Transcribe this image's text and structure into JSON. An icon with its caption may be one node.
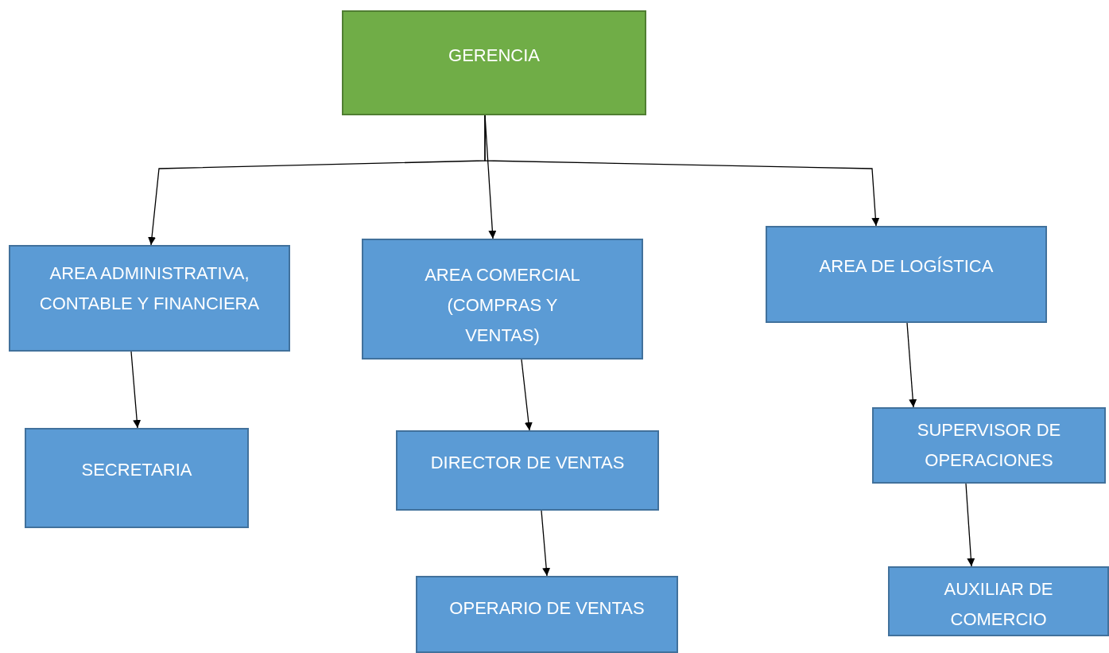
{
  "diagram": {
    "nodes": [
      {
        "text": [
          "GERENCIA"
        ]
      },
      {
        "text": [
          "AREA ADMINISTRATIVA, CONTABLE Y FINANCIERA"
        ]
      },
      {
        "text": [
          "AREA COMERCIAL (COMPRAS Y VENTAS)"
        ]
      },
      {
        "text": [
          "AREA DE LOGÍSTICA"
        ]
      },
      {
        "text": [
          "SECRETARIA"
        ]
      },
      {
        "text": [
          "DIRECTOR DE VENTAS"
        ]
      },
      {
        "text": [
          "OPERARIO DE VENTAS"
        ]
      },
      {
        "text": [
          "SUPERVISOR DE OPERACIONES"
        ]
      },
      {
        "text": [
          "AUXILIAR DE COMERCIO"
        ]
      }
    ],
    "edges": [
      {
        "from": 0,
        "to": 2,
        "arrow": "to"
      },
      {
        "from": 0,
        "to": 1,
        "arrow": "to"
      },
      {
        "from": 0,
        "to": 3,
        "arrow": "to"
      },
      {
        "from": 1,
        "to": 4,
        "arrow": "to"
      },
      {
        "from": 2,
        "to": 5,
        "arrow": "to"
      },
      {
        "from": 5,
        "to": 6,
        "arrow": "to"
      },
      {
        "from": 3,
        "to": 7,
        "arrow": "to"
      },
      {
        "from": 7,
        "to": 8,
        "arrow": "to"
      }
    ]
  }
}
